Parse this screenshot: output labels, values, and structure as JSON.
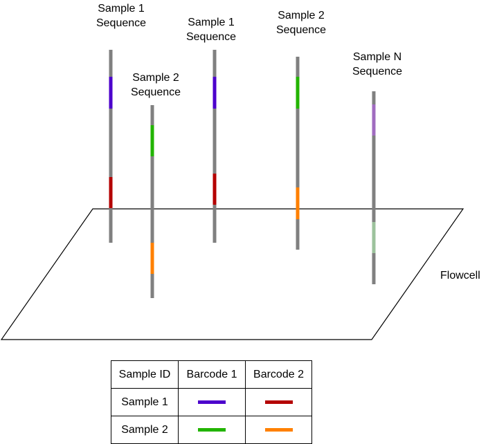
{
  "flowcell": {
    "label": "Flowcell"
  },
  "strands": [
    {
      "label_line1": "Sample 1",
      "label_line2": "Sequence",
      "segments": [
        {
          "role": "barcode-1",
          "color": "#4c00cc"
        },
        {
          "role": "barcode-2",
          "color": "#b40000"
        }
      ]
    },
    {
      "label_line1": "Sample 2",
      "label_line2": "Sequence",
      "segments": [
        {
          "role": "barcode-1",
          "color": "#22b400"
        },
        {
          "role": "barcode-2",
          "color": "#ff8000"
        }
      ]
    },
    {
      "label_line1": "Sample 1",
      "label_line2": "Sequence",
      "segments": [
        {
          "role": "barcode-1",
          "color": "#4c00cc"
        },
        {
          "role": "barcode-2",
          "color": "#b40000"
        }
      ]
    },
    {
      "label_line1": "Sample 2",
      "label_line2": "Sequence",
      "segments": [
        {
          "role": "barcode-1",
          "color": "#22b400"
        },
        {
          "role": "barcode-2",
          "color": "#ff8000"
        }
      ]
    },
    {
      "label_line1": "Sample N",
      "label_line2": "Sequence",
      "segments": [
        {
          "role": "barcode-1",
          "color": "#a06cc0"
        },
        {
          "role": "barcode-2",
          "color": "#9cc29c"
        }
      ]
    }
  ],
  "strand_color": "#808080",
  "table": {
    "headers": [
      "Sample ID",
      "Barcode 1",
      "Barcode 2"
    ],
    "rows": [
      {
        "sample_id": "Sample 1",
        "barcode1_color": "#4c00cc",
        "barcode2_color": "#b40000"
      },
      {
        "sample_id": "Sample 2",
        "barcode1_color": "#22b400",
        "barcode2_color": "#ff8000"
      }
    ]
  }
}
